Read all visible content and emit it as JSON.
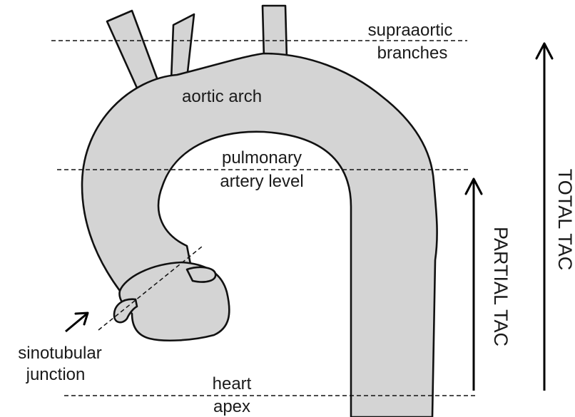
{
  "labels": {
    "supraaortic_line1": "supraaortic",
    "supraaortic_line2": "branches",
    "aortic_arch": "aortic arch",
    "pulmonary_line1": "pulmonary",
    "pulmonary_line2": "artery level",
    "sinotubular_line1": "sinotubular",
    "sinotubular_line2": "junction",
    "heart_line1": "heart",
    "heart_line2": "apex",
    "partial_tac": "PARTIAL TAC",
    "total_tac": "TOTAL TAC"
  },
  "colors": {
    "vessel_fill": "#d4d4d4",
    "outline": "#111111",
    "background": "#ffffff"
  }
}
